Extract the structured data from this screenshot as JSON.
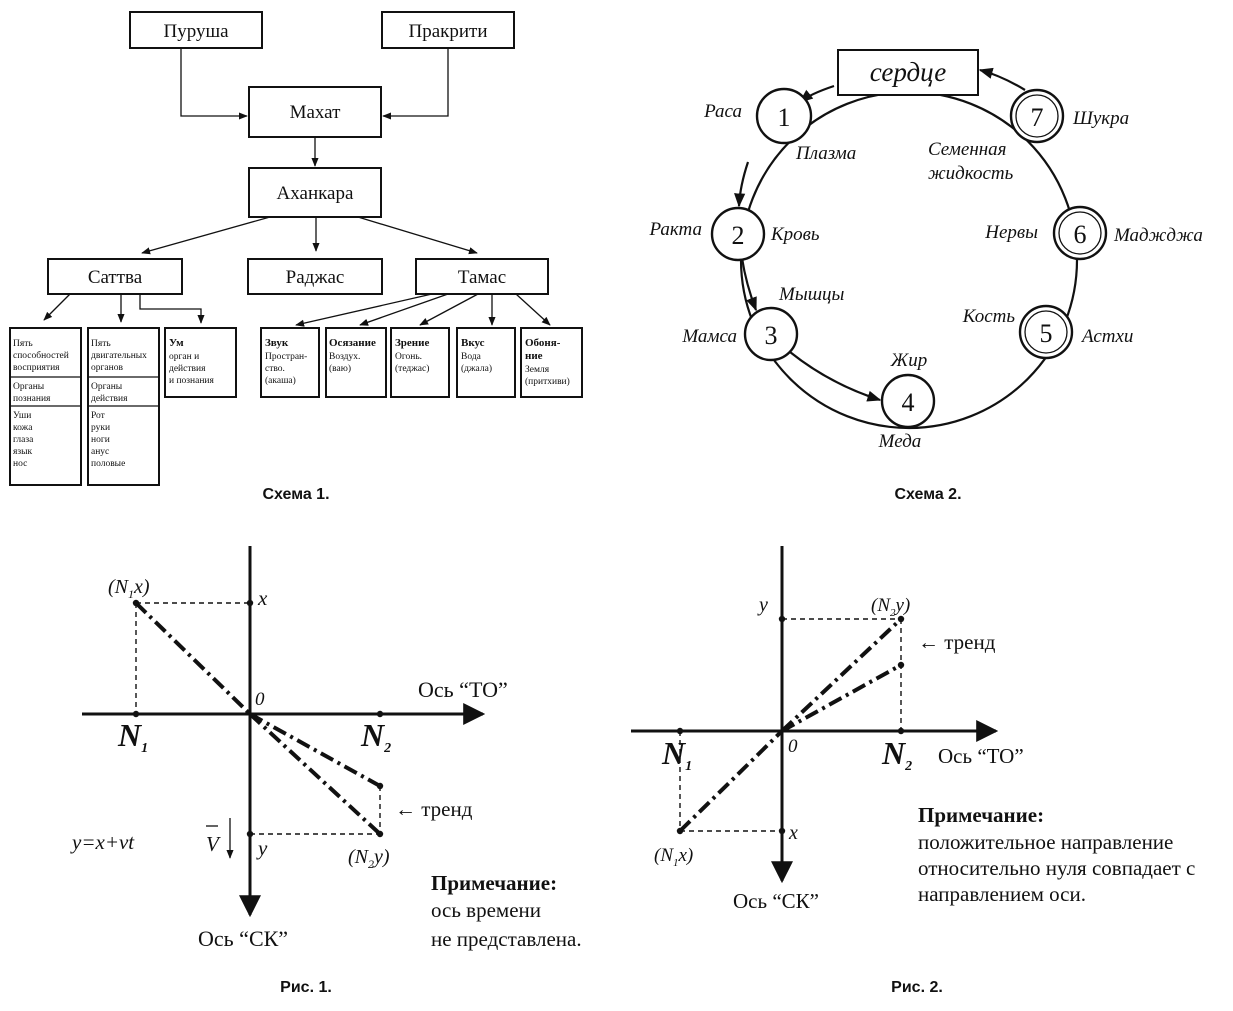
{
  "scheme1": {
    "caption": "Схема 1.",
    "purusha": "Пуруша",
    "prakriti": "Пракрити",
    "mahat": "Махат",
    "ahankara": "Аханкара",
    "sattva": "Саттва",
    "rajas": "Раджас",
    "tamas": "Тамас",
    "perception_title": [
      "Пять",
      "способностей",
      "восприятия"
    ],
    "perception_organs": [
      "Органы",
      "познания"
    ],
    "perception_list": [
      "Уши",
      "кожа",
      "глаза",
      "язык",
      "нос"
    ],
    "action_title": [
      "Пять",
      "двигательных",
      "органов"
    ],
    "action_organs": [
      "Органы",
      "действия"
    ],
    "action_list": [
      "Рот",
      "руки",
      "ноги",
      "анус",
      "половые"
    ],
    "mind_title": "Ум",
    "mind_lines": [
      "орган и",
      "действия",
      "и познания"
    ],
    "elements": [
      {
        "title": [
          "Звук"
        ],
        "lines": [
          "Простран-",
          "ство.",
          "(акаша)"
        ]
      },
      {
        "title": [
          "Осязание"
        ],
        "lines": [
          "Воздух.",
          "(ваю)"
        ]
      },
      {
        "title": [
          "Зрение"
        ],
        "lines": [
          "Огонь.",
          "(теджас)"
        ]
      },
      {
        "title": [
          "Вкус"
        ],
        "lines": [
          "Вода",
          "(джала)"
        ]
      },
      {
        "title": [
          "Обоня-",
          "ние"
        ],
        "lines": [
          "Земля",
          "(притхиви)"
        ]
      }
    ]
  },
  "scheme2": {
    "caption": "Схема 2.",
    "heart": "сердце",
    "nodes": [
      {
        "num": "1",
        "left": "Раса",
        "right": "Плазма"
      },
      {
        "num": "2",
        "left": "Ракта",
        "right": "Кровь"
      },
      {
        "num": "3",
        "left": "Мамса",
        "right": "Мышцы"
      },
      {
        "num": "4",
        "left": "Меда",
        "right": "Жир"
      },
      {
        "num": "5",
        "left": "Кость",
        "right": "Астхи"
      },
      {
        "num": "6",
        "left": "Нервы",
        "right": "Маджджа"
      },
      {
        "num": "7",
        "left": "Семенная жидкость",
        "right": "Шукра",
        "left_lines": [
          "Семенная",
          "жидкость"
        ]
      }
    ]
  },
  "fig1": {
    "caption": "Рис. 1.",
    "axis_to": "Ось “ТО”",
    "axis_sk": "Ось “СК”",
    "origin": "0",
    "n1": "N",
    "n1_sub": "1",
    "n2": "N",
    "n2_sub": "2",
    "x": "x",
    "y": "y",
    "n1x": "(N",
    "n1x_sub": "1",
    "n1x_end": "x)",
    "n2y": "(N",
    "n2y_sub": "2",
    "n2y_end": "y)",
    "trend": "← тренд",
    "formula": "y=x+vt",
    "velocity": "V",
    "note_title": "Примечание:",
    "note_lines": [
      "ось времени",
      "не представлена."
    ]
  },
  "fig2": {
    "caption": "Рис. 2.",
    "axis_to": "Ось “ТО”",
    "axis_sk": "Ось “СК”",
    "origin": "0",
    "n1": "N",
    "n1_sub": "1",
    "n2": "N",
    "n2_sub": "2",
    "x": "x",
    "y": "y",
    "n1x": "(N",
    "n1x_sub": "1",
    "n1x_end": "x)",
    "n2y": "(N",
    "n2y_sub": "2",
    "n2y_end": "y)",
    "trend": "← тренд",
    "note_title": "Примечание:",
    "note_lines": [
      "положительное направление",
      "относительно нуля совпадает с",
      "направлением оси."
    ]
  }
}
